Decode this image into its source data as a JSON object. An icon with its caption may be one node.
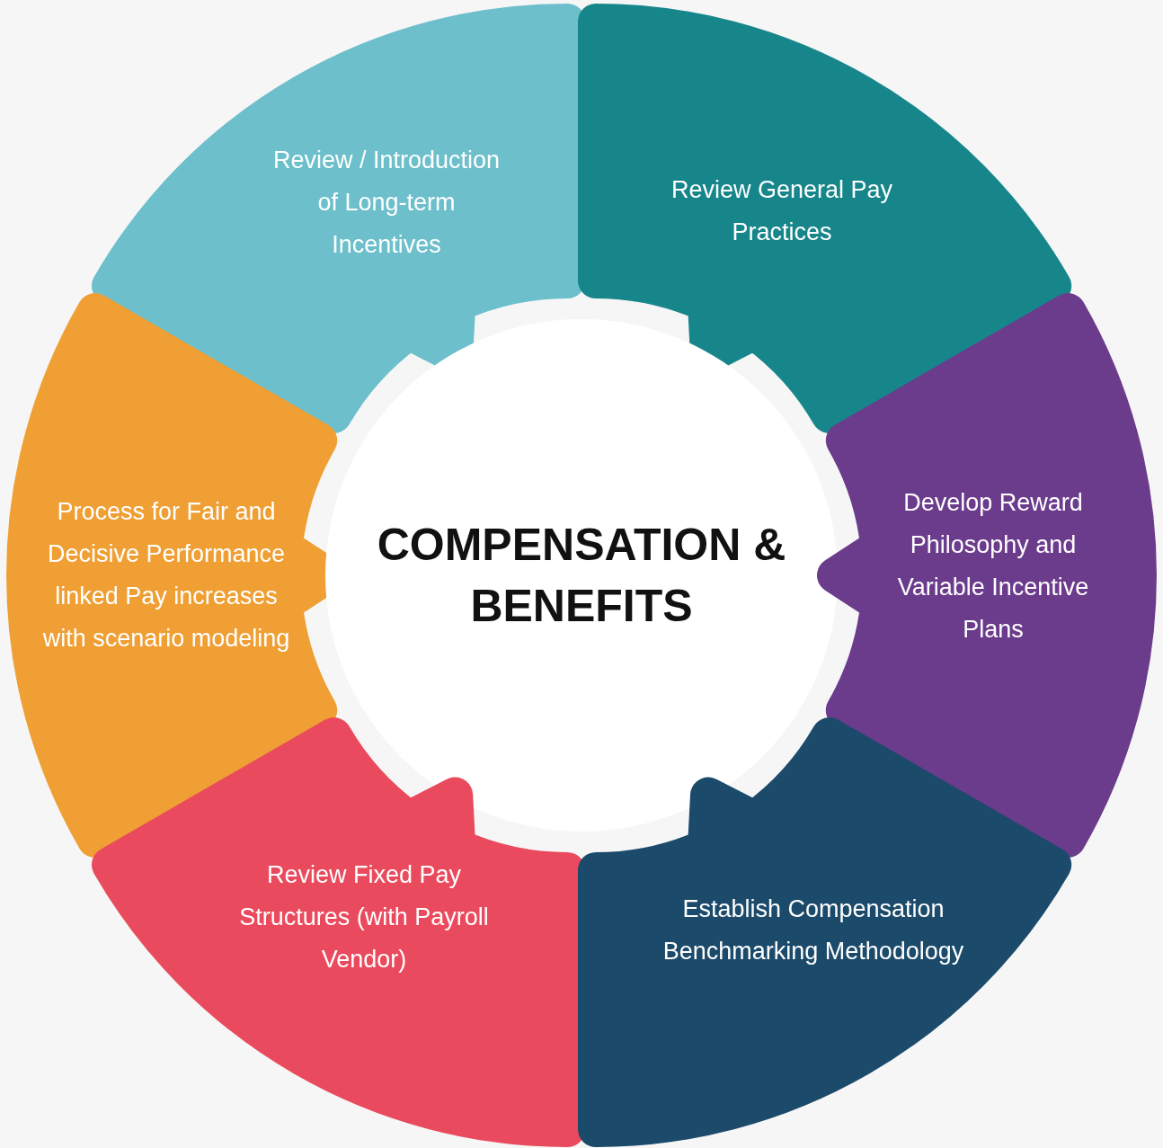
{
  "diagram": {
    "nodes": [
      {
        "text": [
          "Review / Introduction of Long-term Incentives"
        ]
      },
      {
        "text": [
          "Review General Pay Practices"
        ]
      },
      {
        "text": [
          "Process for Fair and Decisive Performance linked Pay increases with scenario modeling"
        ]
      },
      {
        "text": [
          "COMPENSATION & BENEFITS"
        ]
      },
      {
        "text": [
          "Develop Reward Philosophy and Variable Incentive Plans"
        ]
      },
      {
        "text": [
          "Review Fixed Pay Structures (with Payroll Vendor)"
        ]
      },
      {
        "text": [
          "Establish Compensation Benchmarking Methodology"
        ]
      }
    ]
  }
}
